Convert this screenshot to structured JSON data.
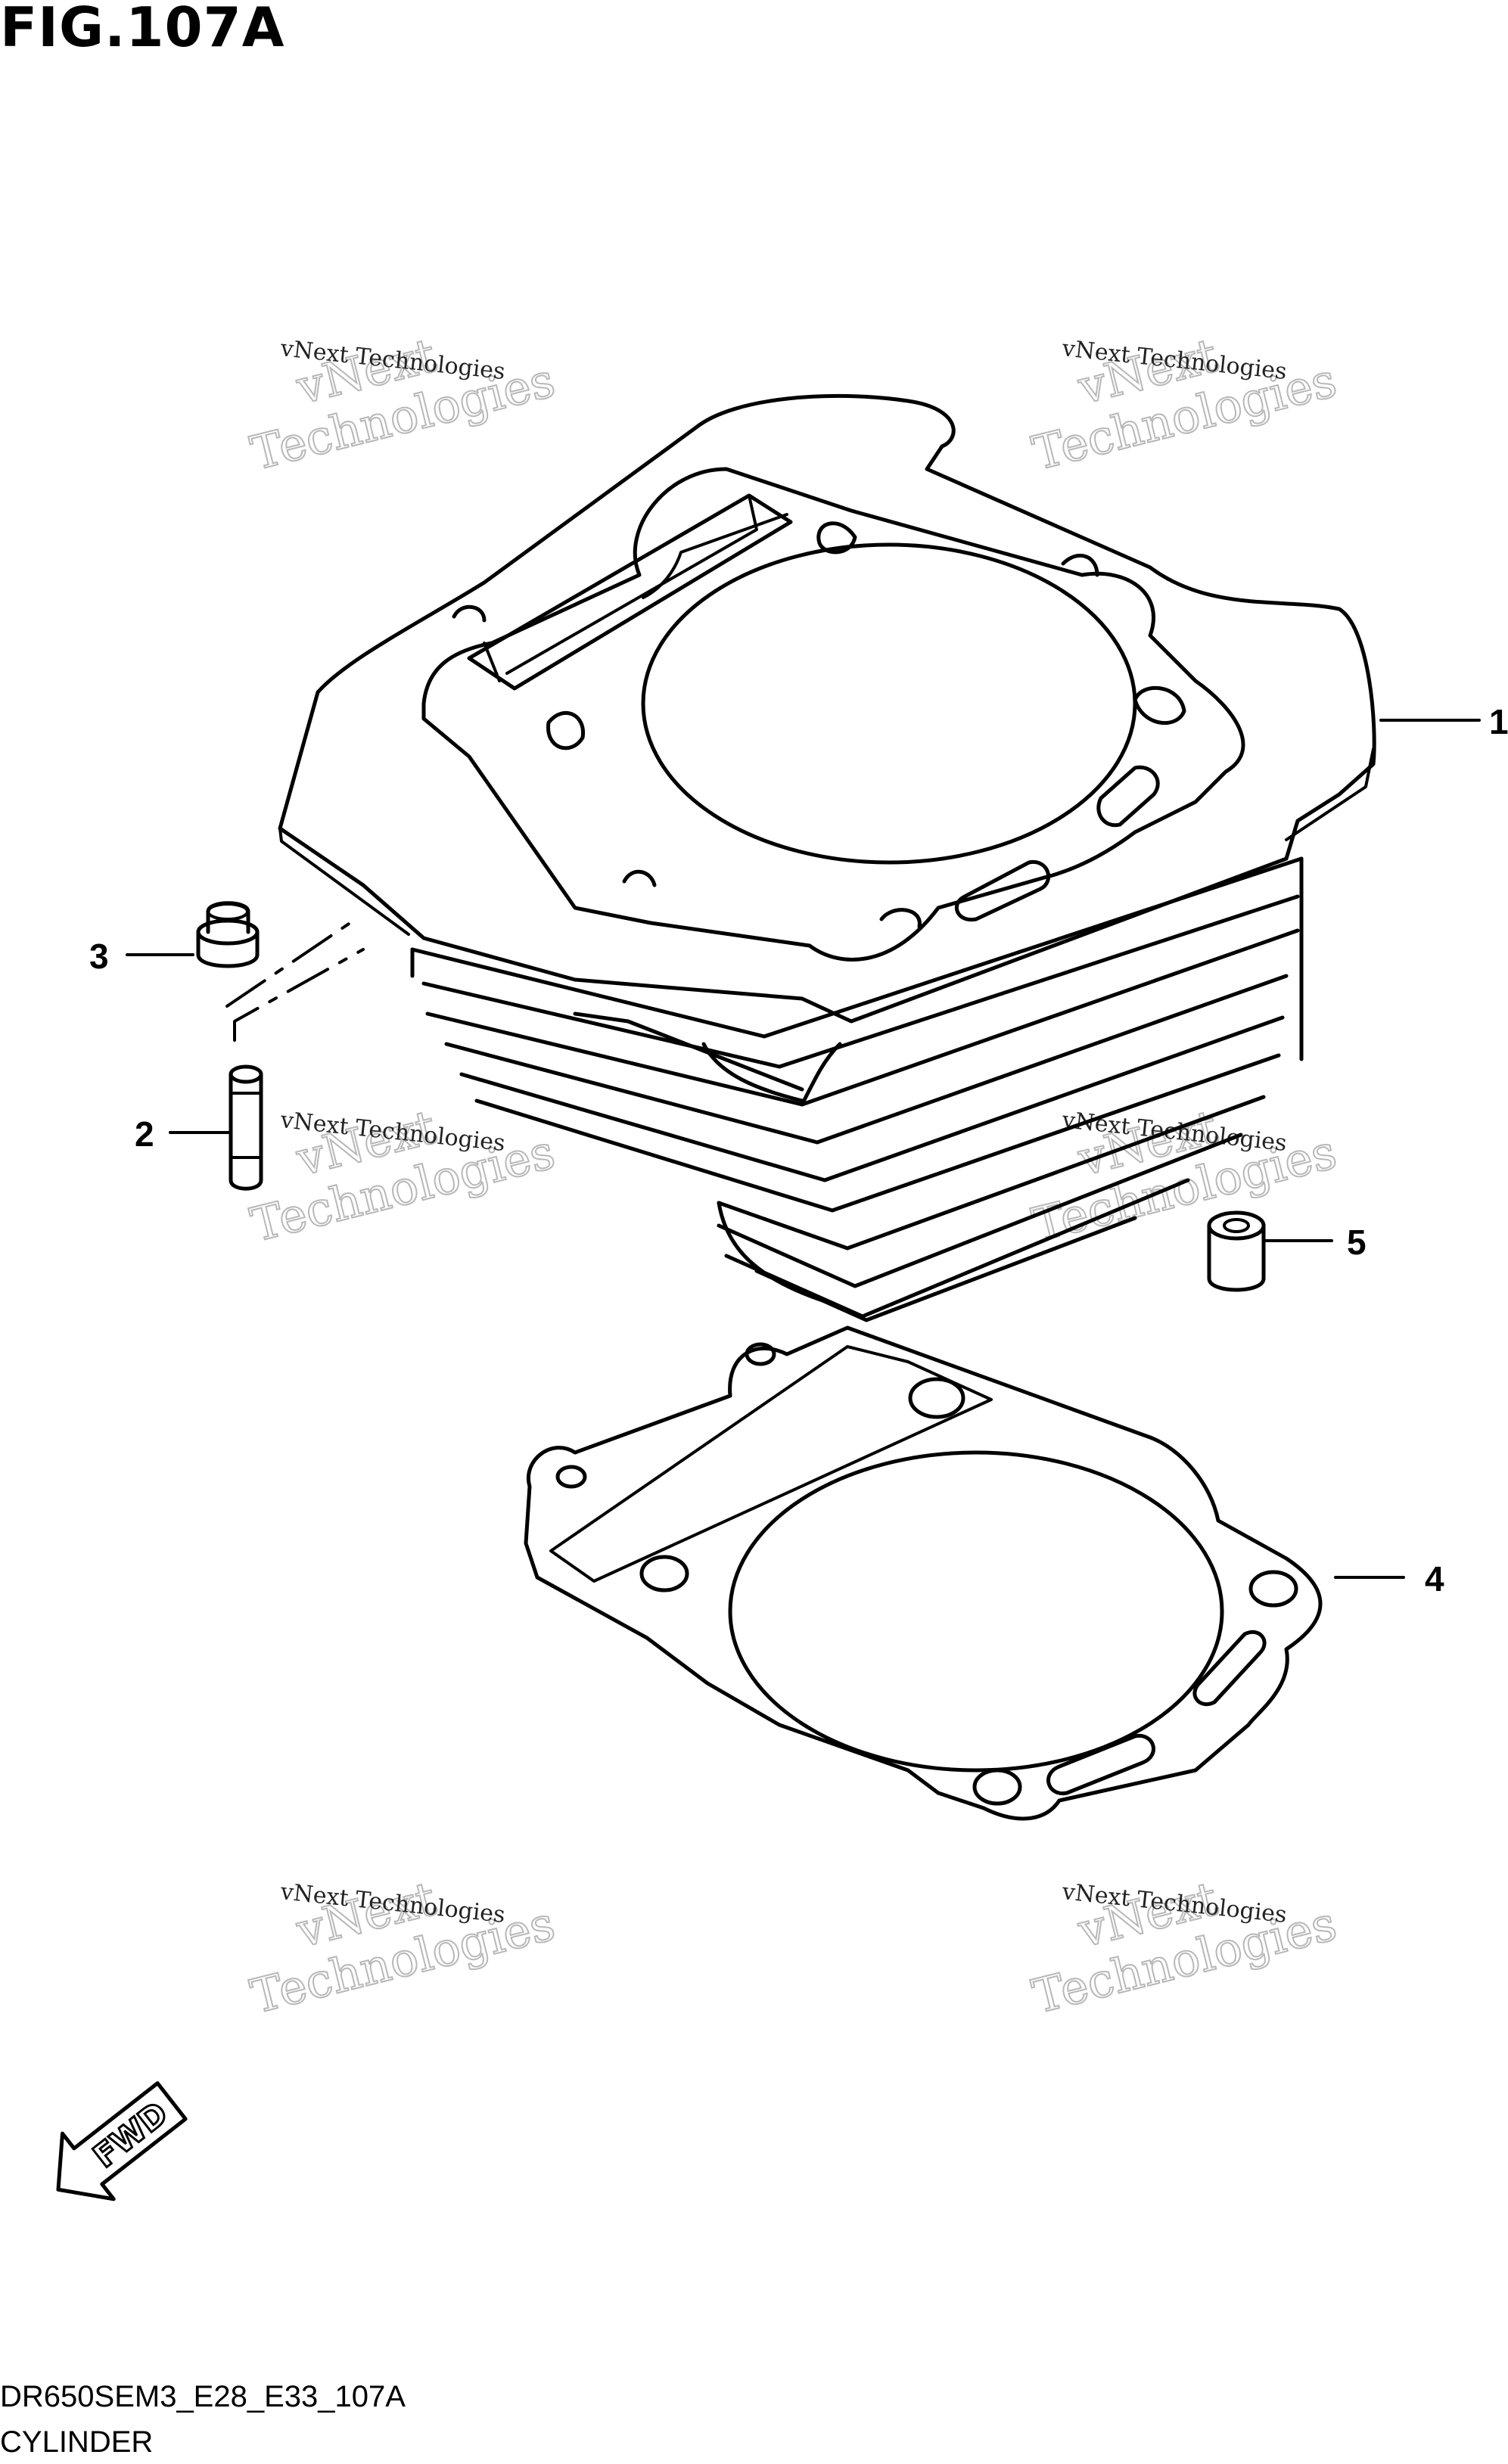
{
  "figure": {
    "title": "FIG.107A"
  },
  "callouts": [
    {
      "id": "1",
      "label": "1"
    },
    {
      "id": "2",
      "label": "2"
    },
    {
      "id": "3",
      "label": "3"
    },
    {
      "id": "4",
      "label": "4"
    },
    {
      "id": "5",
      "label": "5"
    }
  ],
  "watermark": {
    "line1": "vNext Technologies",
    "line2": "vNext",
    "line3": "Technologies"
  },
  "fwd_arrow": {
    "label": "FWD"
  },
  "footer": {
    "code": "DR650SEM3_E28_E33_107A",
    "name": "CYLINDER"
  }
}
